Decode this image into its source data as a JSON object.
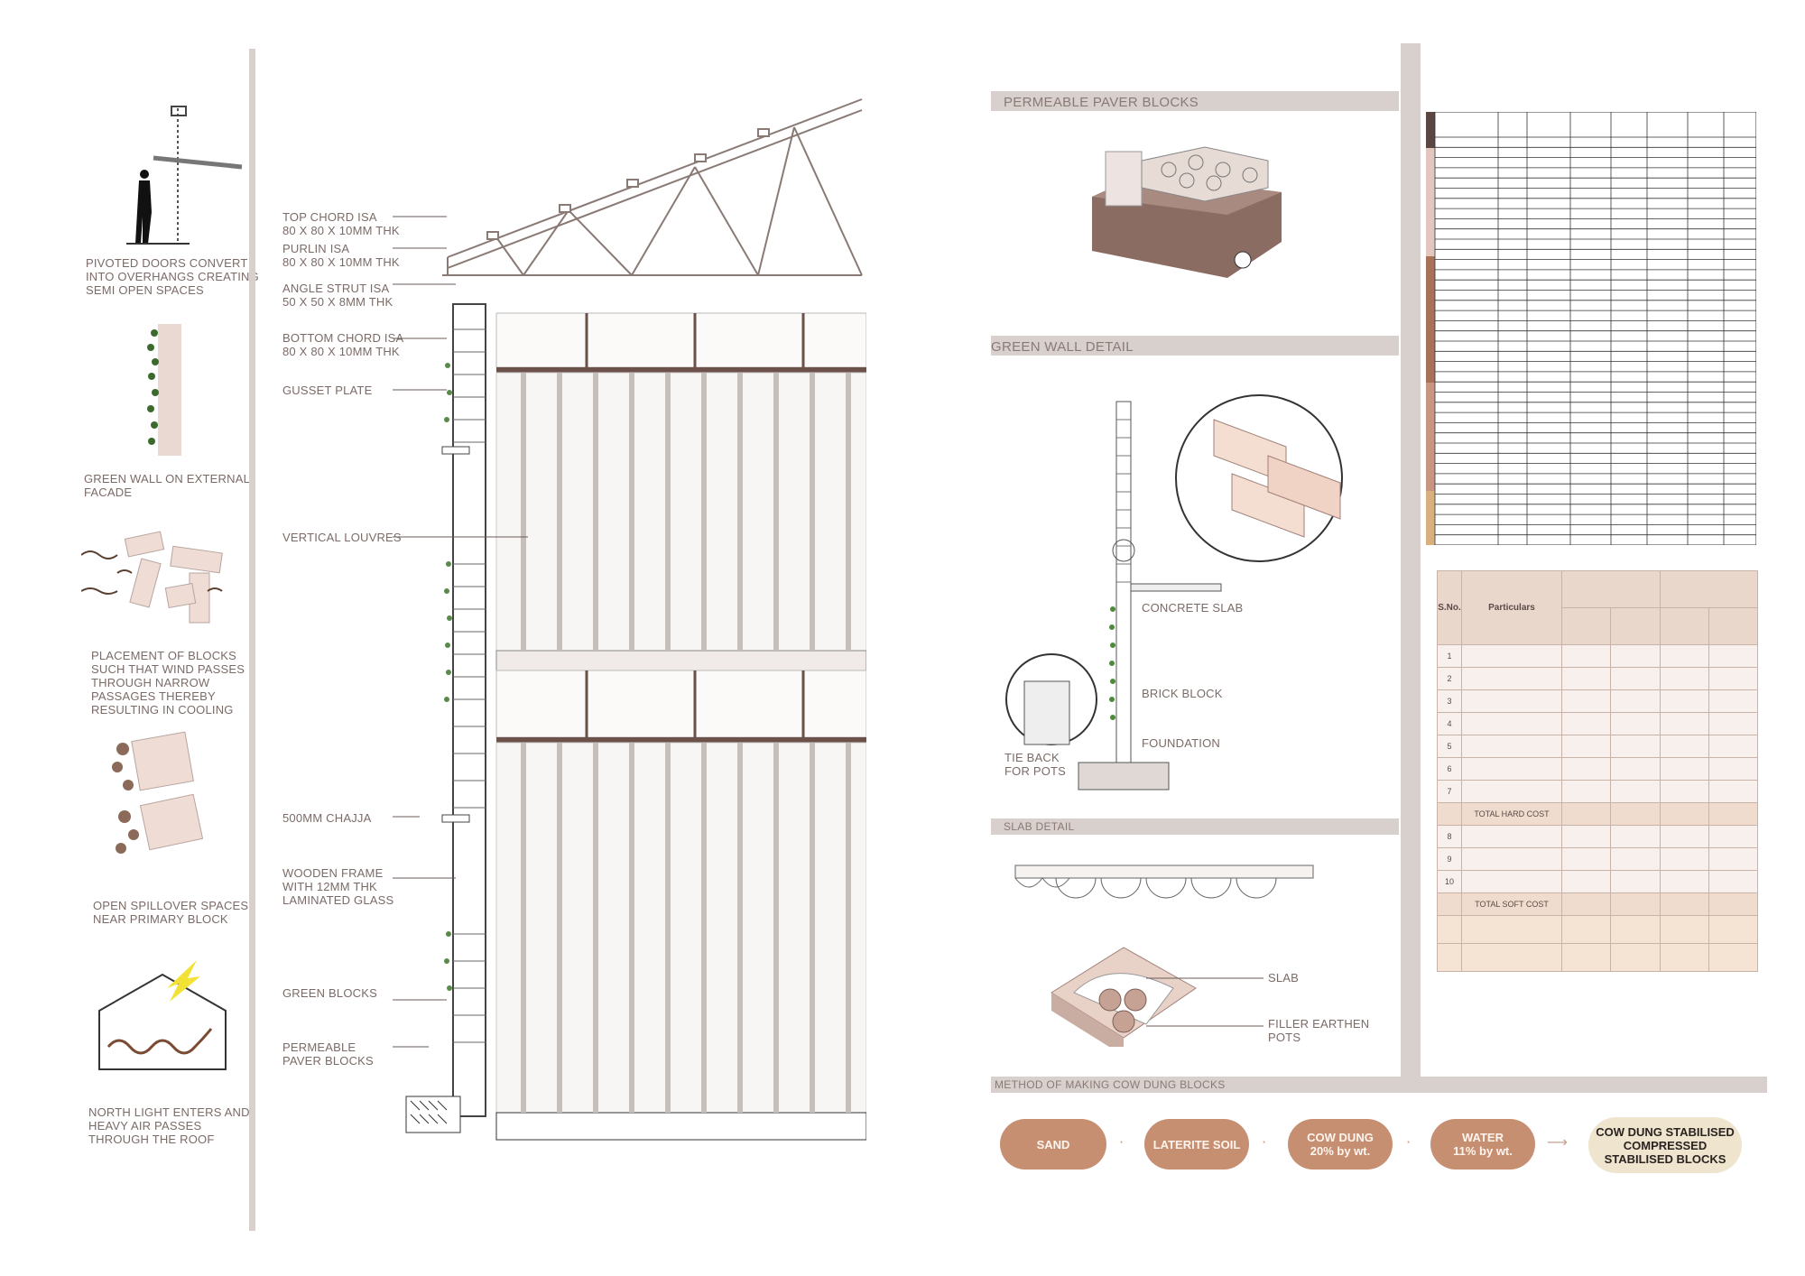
{
  "left_strategies": [
    {
      "id": "pivot",
      "text": "PIVOTED DOORS CONVERT\nINTO OVERHANGS CREATING\nSEMI OPEN SPACES"
    },
    {
      "id": "greenwall",
      "text": "GREEN WALL ON EXTERNAL\nFACADE"
    },
    {
      "id": "blocks",
      "text": "PLACEMENT OF BLOCKS\nSUCH THAT WIND PASSES\nTHROUGH NARROW\nPASSAGES THEREBY\nRESULTING IN COOLING"
    },
    {
      "id": "spillover",
      "text": "OPEN SPILLOVER SPACES\nNEAR PRIMARY BLOCK"
    },
    {
      "id": "northlight",
      "text": "NORTH LIGHT ENTERS AND\nHEAVY AIR PASSES\nTHROUGH THE ROOF"
    }
  ],
  "section_labels": {
    "top_chord": "TOP CHORD ISA\n80 X 80 X 10MM THK",
    "purlin": "PURLIN ISA\n80 X 80 X 10MM THK",
    "angle_strut": "ANGLE STRUT ISA\n50 X 50 X 8MM THK",
    "bottom_chord": "BOTTOM CHORD ISA\n80 X 80 X 10MM THK",
    "gusset": "GUSSET PLATE",
    "louvres": "VERTICAL LOUVRES",
    "chajja": "500MM CHAJJA",
    "wooden_frame": "WOODEN FRAME\nWITH 12MM THK\nLAMINATED GLASS",
    "green_blocks": "GREEN BLOCKS",
    "paver": "PERMEABLE\nPAVER BLOCKS"
  },
  "paver_section": {
    "title": "PERMEABLE PAVER BLOCKS"
  },
  "green_wall_section": {
    "title": "GREEN WALL DETAIL",
    "concrete_slab": "CONCRETE SLAB",
    "brick_block": "BRICK BLOCK",
    "foundation": "FOUNDATION",
    "tie_back": "TIE BACK\nFOR POTS"
  },
  "slab_section": {
    "title": "SLAB DETAIL",
    "slab": "SLAB",
    "filler": "FILLER EARTHEN\nPOTS"
  },
  "cow_dung_section": {
    "title": "METHOD OF MAKING COW DUNG BLOCKS",
    "steps": [
      "SAND",
      "LATERITE SOIL",
      "COW DUNG\n20% by wt.",
      "WATER\n11% by wt."
    ],
    "result": "COW DUNG STABILISED\nCOMPRESSED\nSTABILISED BLOCKS"
  },
  "cost_table": {
    "headers": {
      "sno": "S.No.",
      "particulars": "Particulars"
    },
    "rows": [
      {
        "no": "1"
      },
      {
        "no": "2"
      },
      {
        "no": "3"
      },
      {
        "no": "4"
      },
      {
        "no": "5"
      },
      {
        "no": "6"
      },
      {
        "no": "7"
      },
      {
        "particulars": "TOTAL HARD COST",
        "sub": true
      },
      {
        "no": "8"
      },
      {
        "no": "9"
      },
      {
        "no": "10"
      },
      {
        "particulars": "TOTAL SOFT COST",
        "sub": true
      }
    ]
  },
  "colors": {
    "divider": "#d8d0cd",
    "brown": "#c68f72",
    "cream": "#efe5cf",
    "ink": "#7b6b67"
  }
}
